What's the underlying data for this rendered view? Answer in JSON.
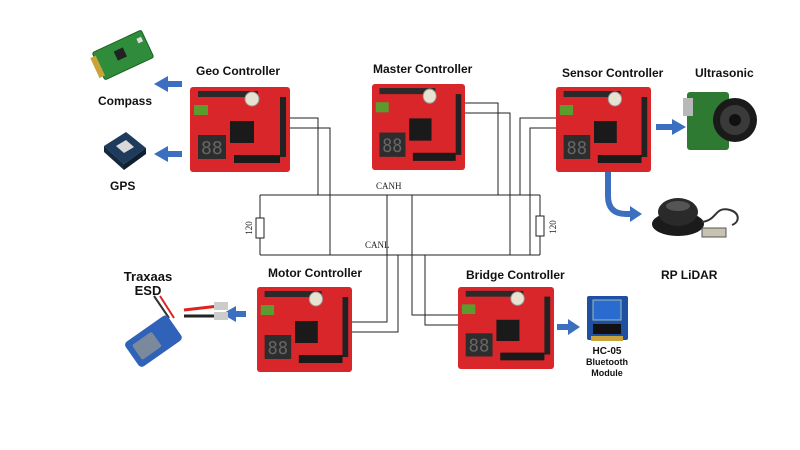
{
  "controllers": {
    "geo": "Geo Controller",
    "master": "Master Controller",
    "sensor": "Sensor Controller",
    "motor": "Motor Controller",
    "bridge": "Bridge Controller"
  },
  "peripherals": {
    "compass": "Compass",
    "gps": "GPS",
    "ultrasonic": "Ultrasonic",
    "lidar": "RP LiDAR",
    "esc_line1": "Traxaas",
    "esc_line2": "ESD",
    "bt_line1": "HC-05",
    "bt_line2": "Bluetooth",
    "bt_line3": "Module"
  },
  "bus": {
    "canh": "CANH",
    "canl": "CANL",
    "res_left": "120",
    "res_right": "120"
  },
  "colors": {
    "board_red": "#d8262a",
    "arrow_blue": "#3d6fc0",
    "wire": "#222222"
  }
}
